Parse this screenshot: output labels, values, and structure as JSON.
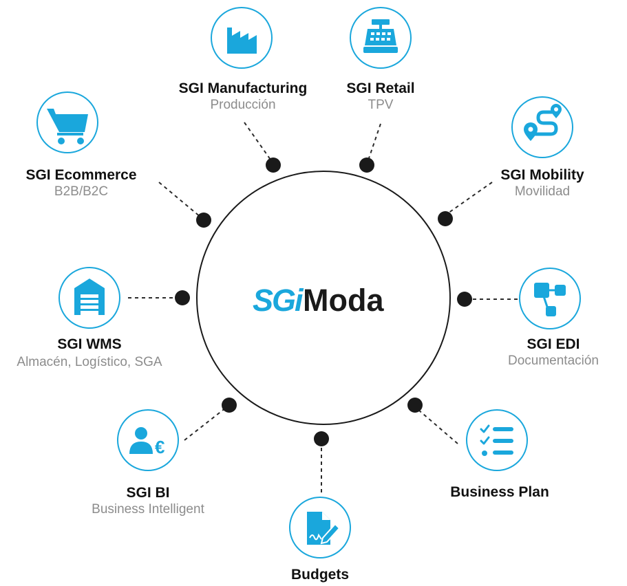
{
  "brand": {
    "logo_text": "SGi",
    "product": "Moda",
    "accent_color": "#1aa7dc",
    "text_color": "#1a1a1a"
  },
  "modules": [
    {
      "id": "manufacturing",
      "title": "SGI Manufacturing",
      "subtitle": "Producción",
      "icon": "factory-icon"
    },
    {
      "id": "retail",
      "title": "SGI Retail",
      "subtitle": "TPV",
      "icon": "cash-register-icon"
    },
    {
      "id": "mobility",
      "title": "SGI Mobility",
      "subtitle": "Movilidad",
      "icon": "route-pin-icon"
    },
    {
      "id": "edi",
      "title": "SGI EDI",
      "subtitle": "Documentación",
      "icon": "document-flow-icon"
    },
    {
      "id": "business-plan",
      "title": "Business Plan",
      "subtitle": "",
      "icon": "checklist-icon"
    },
    {
      "id": "budgets",
      "title": "Budgets",
      "subtitle": "",
      "icon": "signed-document-icon"
    },
    {
      "id": "bi",
      "title": "SGI BI",
      "subtitle": "Business Intelligent",
      "icon": "user-euro-icon"
    },
    {
      "id": "wms",
      "title": "SGI WMS",
      "subtitle": "Almacén, Logístico, SGA",
      "icon": "warehouse-icon"
    },
    {
      "id": "ecommerce",
      "title": "SGI Ecommerce",
      "subtitle": "B2B/B2C",
      "icon": "shopping-cart-icon"
    }
  ]
}
